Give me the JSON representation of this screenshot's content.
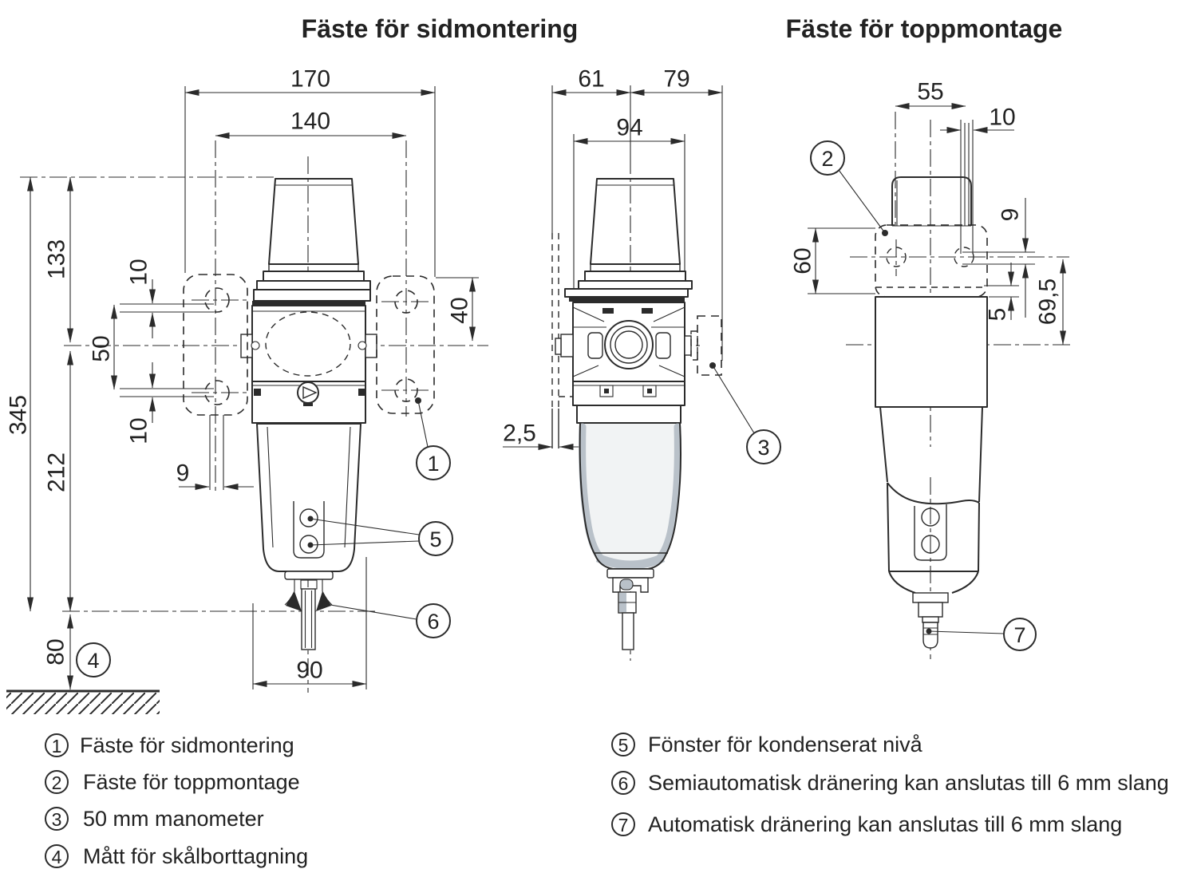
{
  "titles": {
    "side_mount": "Fäste för sidmontering",
    "top_mount": "Fäste för toppmontage"
  },
  "dims": {
    "front_w_outer": "170",
    "front_w_holes": "140",
    "front_h_total": "345",
    "front_h_top": "133",
    "front_h_bottom": "212",
    "front_h_clearance": "80",
    "front_hole_spacing": "50",
    "front_slot_top": "10",
    "front_slot_bottom": "10",
    "front_slot_width": "9",
    "front_bracket_offset": "40",
    "front_bowl_width": "90",
    "side_w_left": "61",
    "side_w_right": "79",
    "side_w_body": "94",
    "side_gap": "2,5",
    "top_w_bracket": "55",
    "top_slot_width": "10",
    "top_h_bracket": "60",
    "top_slot_height": "9",
    "top_edge": "5",
    "top_h_total": "69,5"
  },
  "balloons": {
    "n1": "1",
    "n2": "2",
    "n3": "3",
    "n4": "4",
    "n5": "5",
    "n6": "6",
    "n7": "7"
  },
  "legend_left": [
    {
      "num": "1",
      "text": "Fäste för sidmontering"
    },
    {
      "num": "2",
      "text": "Fäste för toppmontage"
    },
    {
      "num": "3",
      "text": "50 mm manometer"
    },
    {
      "num": "4",
      "text": "Mått för skålborttagning"
    }
  ],
  "legend_right": [
    {
      "num": "5",
      "text": "Fönster för kondenserat nivå"
    },
    {
      "num": "6",
      "text": "Semiautomatisk dränering kan anslutas till 6 mm slang"
    },
    {
      "num": "7",
      "text": "Automatisk dränering kan anslutas till 6 mm slang"
    }
  ],
  "colors": {
    "line": "#2b2b2b",
    "shade": "#b9c1c9",
    "background": "#ffffff"
  }
}
